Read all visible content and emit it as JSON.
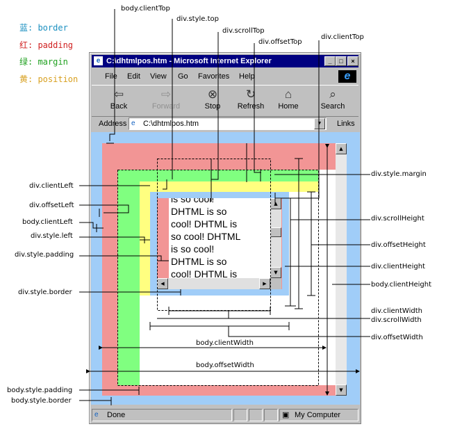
{
  "legend": {
    "border": "蓝: border",
    "padding": "红: padding",
    "margin": "绿: margin",
    "position": "黄: position"
  },
  "colors": {
    "border": "#1a8fc0",
    "padding": "#d02020",
    "margin": "#1ea01e",
    "position": "#d8a020",
    "blue_fill": "#a0cdf8",
    "red_fill": "#f29595",
    "green_fill": "#80ff80",
    "yellow_fill": "#ffff80"
  },
  "window": {
    "title": "C:\\dhtmlpos.htm - Microsoft Internet Explorer",
    "menu": [
      "File",
      "Edit",
      "View",
      "Go",
      "Favorites",
      "Help"
    ],
    "toolbar": [
      {
        "label": "Back",
        "icon": "back-arrow-icon"
      },
      {
        "label": "Forward",
        "icon": "forward-arrow-icon"
      },
      {
        "label": "Stop",
        "icon": "stop-icon"
      },
      {
        "label": "Refresh",
        "icon": "refresh-icon"
      },
      {
        "label": "Home",
        "icon": "home-icon"
      },
      {
        "label": "Search",
        "icon": "search-icon"
      }
    ],
    "address_label": "Address",
    "address_value": "C:\\dhtmlpos.htm",
    "links_label": "Links",
    "status_text": "Done",
    "zone_text": "My Computer"
  },
  "div_text": [
    "is so cool!",
    "DHTML is so",
    "cool! DHTML is",
    "so cool! DHTML",
    "is so cool!",
    "DHTML is so",
    "cool! DHTML is"
  ],
  "labels": {
    "body_clientTop": "body.clientTop",
    "div_style_top": "div.style.top",
    "div_scrollTop": "div.scrollTop",
    "div_offsetTop": "div.offsetTop",
    "div_clientTop": "div.clientTop",
    "div_style_margin": "div.style.margin",
    "div_clientLeft": "div.clientLeft",
    "div_offsetLeft": "div.offsetLeft",
    "body_clientLeft": "body.clientLeft",
    "div_style_left": "div.style.left",
    "div_style_padding": "div.style.padding",
    "div_style_border": "div.style.border",
    "div_scrollHeight": "div.scrollHeight",
    "div_offsetHeight": "div.offsetHeight",
    "div_clientHeight": "div.clientHeight",
    "body_clientHeight": "body.clientHeight",
    "div_clientWidth": "div.clientWidth",
    "div_scrollWidth": "div.scrollWidth",
    "div_offsetWidth": "div.offsetWidth",
    "body_clientWidth": "body.clientWidth",
    "body_offsetWidth": "body.offsetWidth",
    "body_style_padding": "body.style.padding",
    "body_style_border": "body.style.border"
  }
}
